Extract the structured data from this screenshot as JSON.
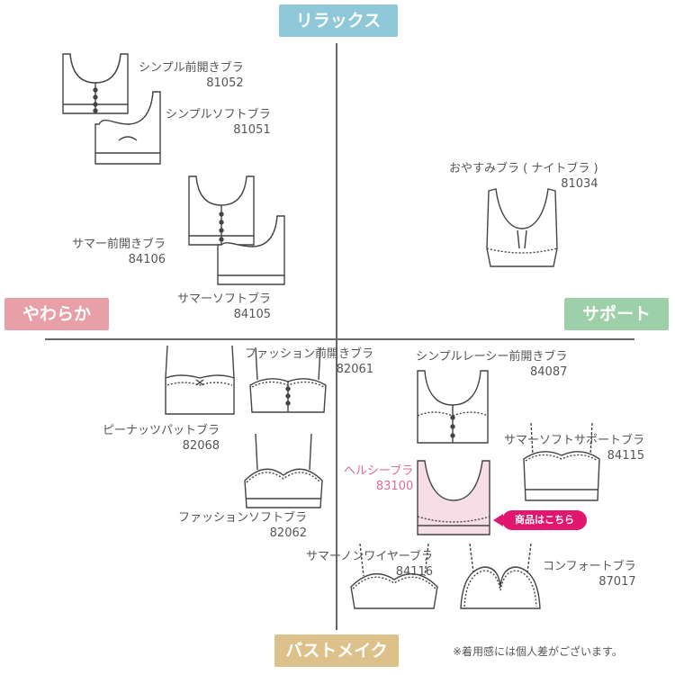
{
  "axes": {
    "top": "リラックス",
    "left": "やわらか",
    "right": "サポート",
    "bottom": "バストメイク"
  },
  "products": {
    "p81052": {
      "name": "シンプル前開きブラ",
      "code": "81052"
    },
    "p81051": {
      "name": "シンプルソフトブラ",
      "code": "81051"
    },
    "p81034": {
      "name": "おやすみブラ ( ナイトブラ )",
      "code": "81034"
    },
    "p84106": {
      "name": "サマー前開きブラ",
      "code": "84106"
    },
    "p84105": {
      "name": "サマーソフトブラ",
      "code": "84105"
    },
    "p82061": {
      "name": "ファッション前開きブラ",
      "code": "82061"
    },
    "p84087": {
      "name": "シンプルレーシー前開きブラ",
      "code": "84087"
    },
    "p82068": {
      "name": "ピーナッツパットブラ",
      "code": "82068"
    },
    "p84115": {
      "name": "サマーソフトサポートブラ",
      "code": "84115"
    },
    "p83100": {
      "name": "ヘルシーブラ",
      "code": "83100"
    },
    "p82062": {
      "name": "ファッションソフトブラ",
      "code": "82062"
    },
    "p84116": {
      "name": "サマーノンワイヤーブラ",
      "code": "84116"
    },
    "p87017": {
      "name": "コンフォートブラ",
      "code": "87017"
    }
  },
  "cta": {
    "label": "商品はこちら"
  },
  "note": "※着用感には個人差がございます。",
  "colors": {
    "top": "#8fc8d8",
    "left": "#e8a0a8",
    "right": "#9dcfa8",
    "bottom": "#dcc28a",
    "cta": "#e0166f",
    "highlight_fill": "#f7dde6"
  }
}
